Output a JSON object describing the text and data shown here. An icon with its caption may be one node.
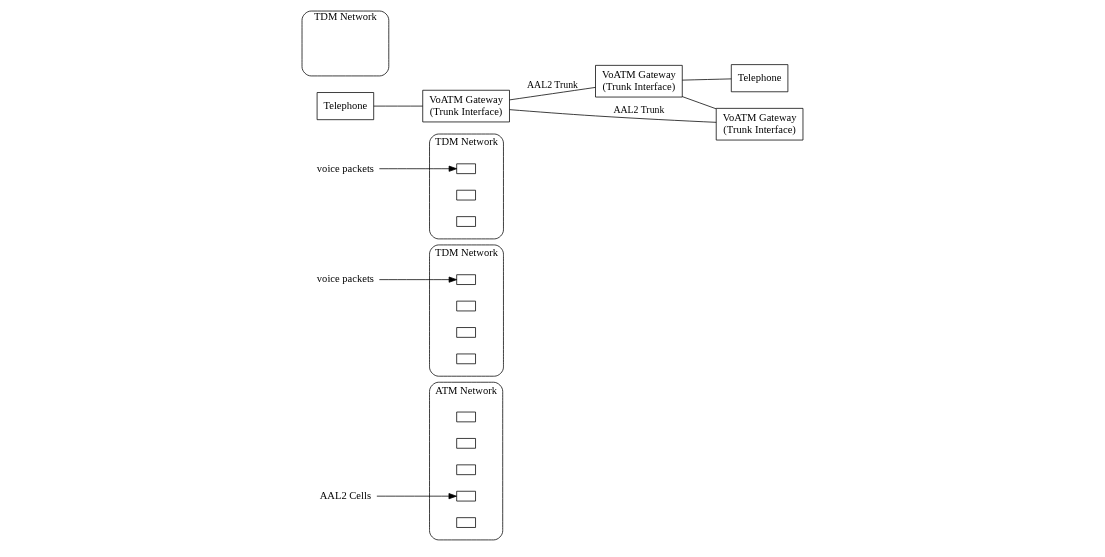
{
  "diagram": {
    "nodes": [
      {
        "text": [
          "ATM Network"
        ]
      },
      {
        "text": [
          "AAL2 Cells"
        ]
      },
      {
        "text": [
          "TDM Network"
        ]
      },
      {
        "text": [
          "voice packets"
        ]
      },
      {
        "text": [
          "TDM Network"
        ]
      },
      {
        "text": [
          "voice packets"
        ]
      },
      {
        "text": [
          "Telephone"
        ]
      },
      {
        "text": [
          "VoATM Gateway",
          "(Trunk Interface)"
        ]
      },
      {
        "text": [
          "VoATM Gateway",
          "(Trunk Interface)"
        ]
      },
      {
        "text": [
          "Telephone"
        ]
      },
      {
        "text": [
          "VoATM Gateway",
          "(Trunk Interface)"
        ]
      },
      {
        "text": [
          "TDM Network"
        ]
      },
      {
        "text": [],
        "shape": "box",
        "in": 4
      },
      {
        "text": [],
        "shape": "box",
        "in": 4
      },
      {
        "text": [],
        "shape": "box",
        "in": 4
      },
      {
        "text": [],
        "shape": "box",
        "in": 0
      },
      {
        "text": [],
        "shape": "box",
        "in": 0
      },
      {
        "text": [],
        "shape": "box",
        "in": 0
      },
      {
        "text": [],
        "shape": "box",
        "in": 0
      },
      {
        "text": [],
        "shape": "box",
        "in": 0
      },
      {
        "text": [],
        "shape": "box",
        "in": 2
      },
      {
        "text": [],
        "shape": "box",
        "in": 2
      },
      {
        "text": [],
        "shape": "box",
        "in": 2
      },
      {
        "text": [],
        "shape": "box",
        "in": 2
      }
    ],
    "edges": [
      {
        "from": 6,
        "to": 7,
        "arrow": "none"
      },
      {
        "from": 7,
        "to": 8,
        "arrow": "none",
        "label": "AAL2 Trunk"
      },
      {
        "from": 7,
        "to": 10,
        "arrow": "none",
        "label": "AAL2 Trunk"
      },
      {
        "from": 8,
        "to": 10,
        "arrow": "none"
      },
      {
        "from": 8,
        "to": 9,
        "arrow": "none"
      },
      {
        "from": 5,
        "to": 12,
        "arrow": "to"
      },
      {
        "from": 1,
        "to": 18,
        "arrow": "to"
      },
      {
        "from": 3,
        "to": 20,
        "arrow": "to"
      }
    ]
  }
}
